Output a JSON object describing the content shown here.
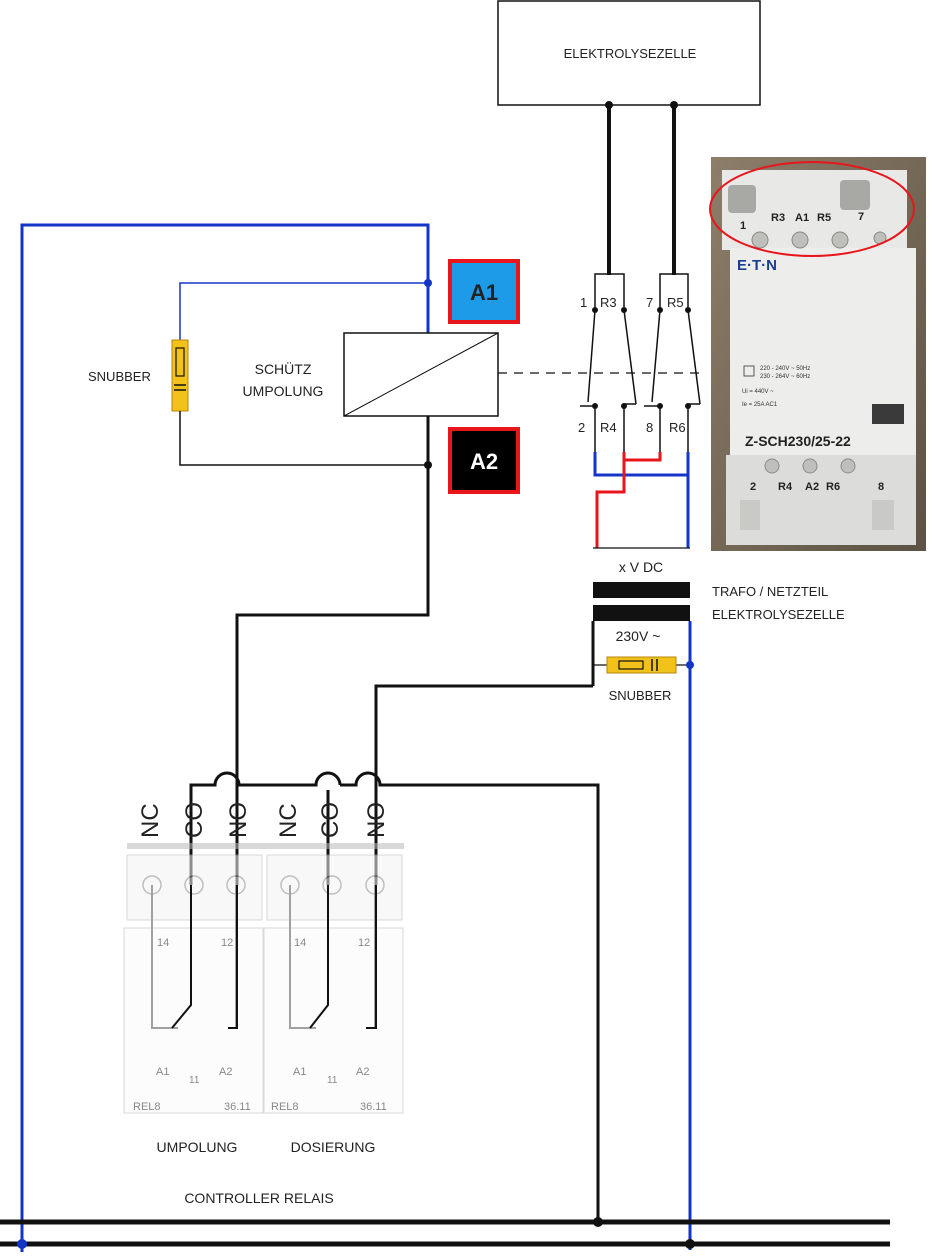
{
  "labels": {
    "cell": "ELEKTROLYSEZELLE",
    "snubber_left": "SNUBBER",
    "contactor_line1": "SCHÜTZ",
    "contactor_line2": "UMPOLUNG",
    "badge_a1": "A1",
    "badge_a2": "A2",
    "term_1": "1",
    "term_r3": "R3",
    "term_7": "7",
    "term_r5": "R5",
    "term_2": "2",
    "term_r4": "R4",
    "term_8": "8",
    "term_r6": "R6",
    "dc": "x V DC",
    "trafo_line1": "TRAFO  /  NETZTEIL",
    "trafo_line2": "ELEKTROLYSEZELLE",
    "ac": "230V ~",
    "snubber_right": "SNUBBER",
    "relay_pins_left": [
      "NC",
      "CO",
      "NO"
    ],
    "relay_pins_right": [
      "NC",
      "CO",
      "NO"
    ],
    "relay_left_num_14": "14",
    "relay_left_num_12": "12",
    "relay_left_a1": "A1",
    "relay_left_11": "11",
    "relay_left_a2": "A2",
    "relay_left_model": "REL8",
    "relay_left_type": "36.11",
    "relay_right_num_14": "14",
    "relay_right_num_12": "12",
    "relay_right_a1": "A1",
    "relay_right_11": "11",
    "relay_right_a2": "A2",
    "relay_right_model": "REL8",
    "relay_right_type": "36.11",
    "relay_left_name": "UMPOLUNG",
    "relay_right_name": "DOSIERUNG",
    "controller": "CONTROLLER RELAIS"
  },
  "photo": {
    "terminals_top": [
      "1",
      "R3",
      "A1",
      "R5",
      "7"
    ],
    "brand": "E·T·N",
    "spec_1": "220 - 240V ~ 50Hz",
    "spec_2": "230 - 264V ~ 60Hz",
    "spec_3": "Ui = 440V ~",
    "spec_4": "Ie = 25A AC1",
    "model": "Z-SCH230/25-22",
    "terminals_bottom": [
      "2",
      "R4",
      "A2",
      "R6",
      "8"
    ]
  },
  "colors": {
    "blue_wire": "#1436c8",
    "red_wire": "#e8151b",
    "black_wire": "#111111",
    "badge_a1_fill": "#1e9be8",
    "badge_border": "#e8151b",
    "snubber_fill": "#f2c21b"
  }
}
